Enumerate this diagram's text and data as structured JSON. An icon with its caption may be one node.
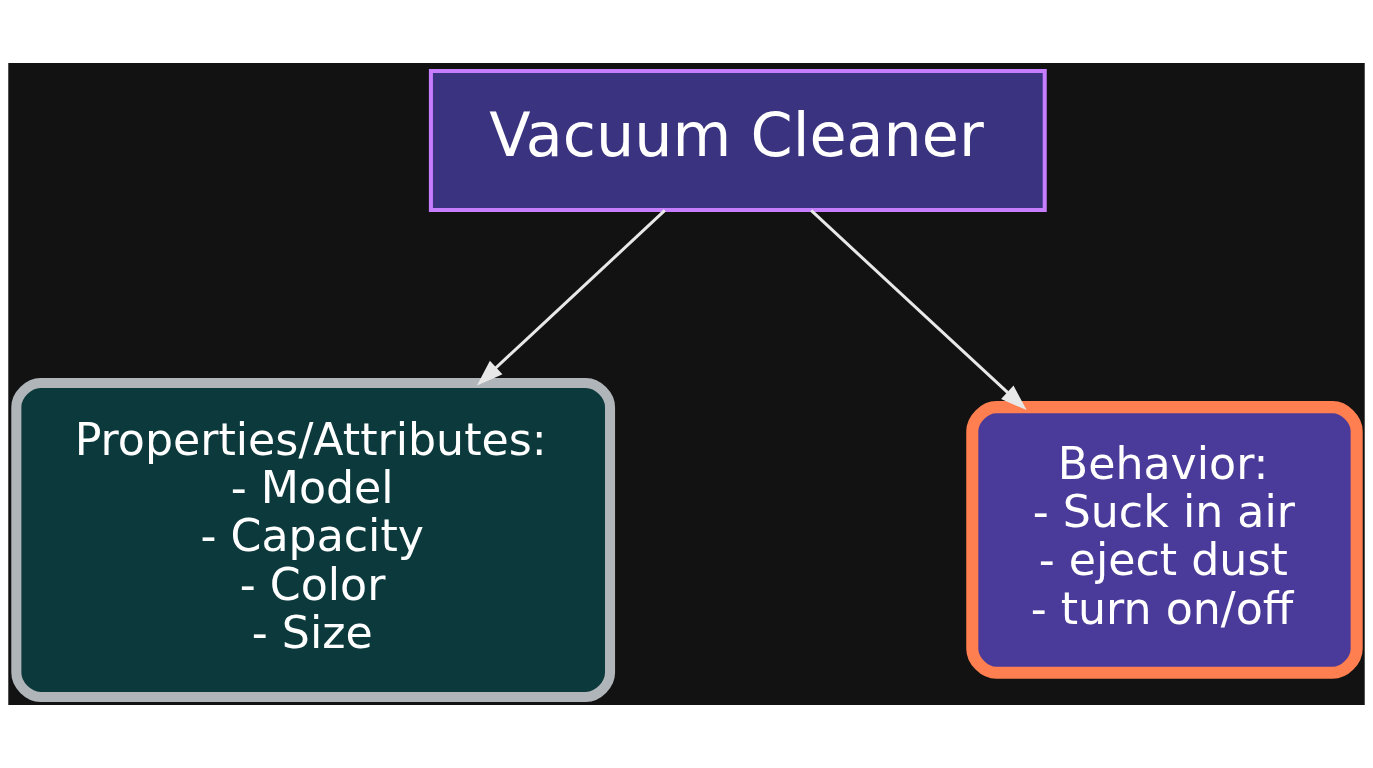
{
  "diagram": {
    "nodes": [
      {
        "text": [
          "Vacuum Cleaner"
        ]
      },
      {
        "text": [
          "Properties/Attributes:",
          "- Model",
          "- Capacity",
          "- Color",
          "- Size"
        ]
      },
      {
        "text": [
          "Behavior:",
          "- Suck in air",
          "- eject dust",
          "- turn on/off"
        ]
      }
    ],
    "edges": [
      {
        "from": 0,
        "to": 1,
        "arrow": "to"
      },
      {
        "from": 0,
        "to": 2,
        "arrow": "to"
      }
    ]
  }
}
